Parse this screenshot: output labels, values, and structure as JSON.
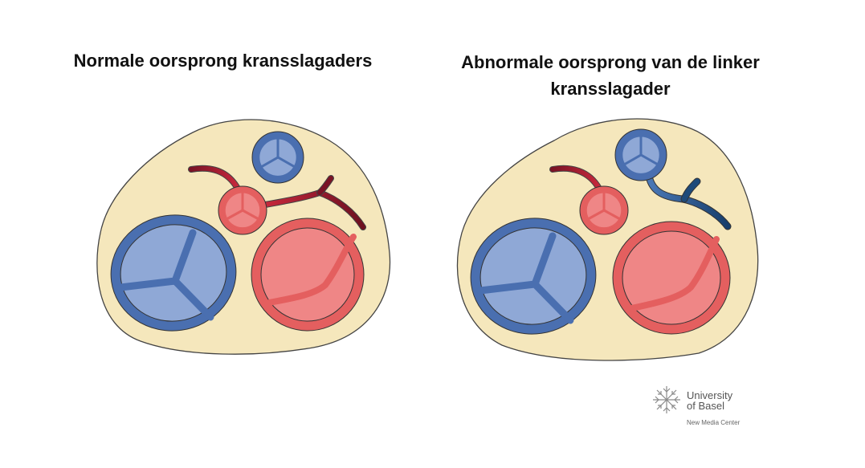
{
  "titles": {
    "left": "Normale oorsprong kransslagaders",
    "right_line1": "Abnormale oorsprong van de linker",
    "right_line2": "kransslagader"
  },
  "logo": {
    "line1": "University",
    "line2": "of Basel",
    "subtitle": "New Media Center"
  },
  "colors": {
    "background_tissue": "#f5e7bc",
    "tissue_outline": "#444444",
    "blue_valve_ring": "#4a6fb0",
    "blue_valve_leaflet": "#8fa8d6",
    "red_valve_ring": "#e45f5f",
    "red_valve_leaflet": "#ef8686",
    "artery_dark_red": "#7a1325",
    "artery_dark_blue": "#1e4a7a"
  }
}
